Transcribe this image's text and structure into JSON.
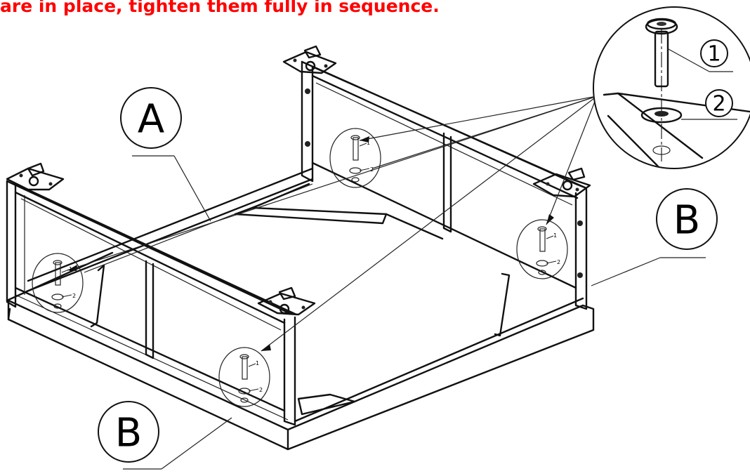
{
  "instruction": {
    "text": "are in place, tighten them fully in sequence.",
    "color": "#ff0000"
  },
  "callouts": {
    "part_a": "A",
    "part_b_left": "B",
    "part_b_right": "B"
  },
  "detail": {
    "bolt_label": "1",
    "washer_label": "2"
  },
  "mini_labels": {
    "bolt": "1",
    "washer": "2"
  }
}
